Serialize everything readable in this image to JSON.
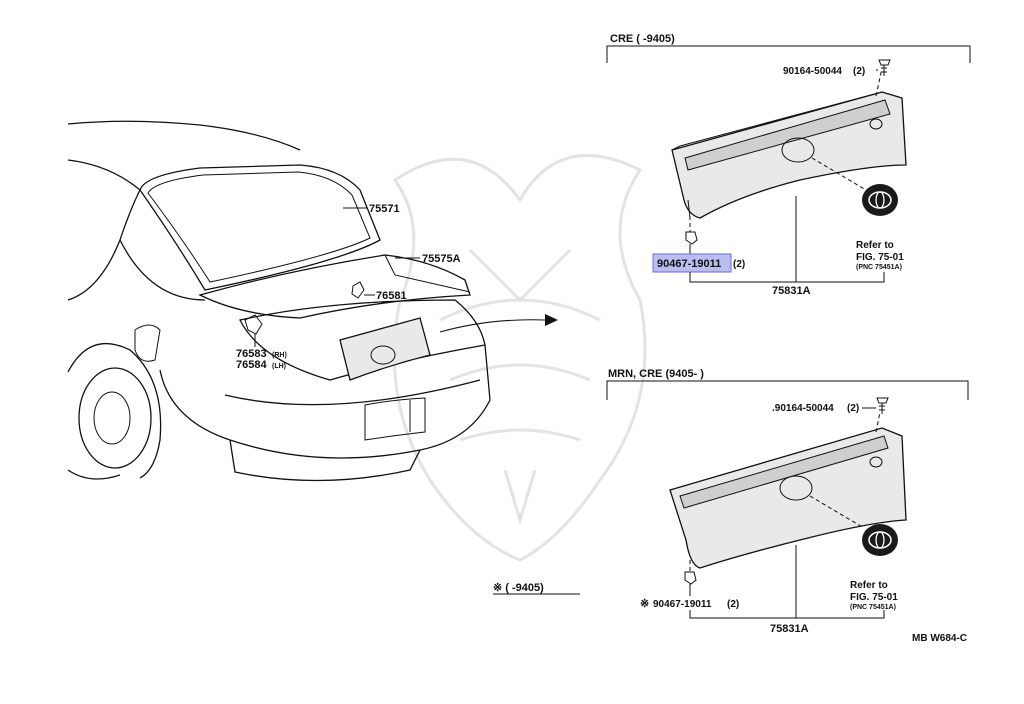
{
  "diagram": {
    "car_labels": {
      "p75571": "75571",
      "p75575a": "75575A",
      "p76581": "76581",
      "p76583": "76583",
      "p76583_side": "(RH)",
      "p76584": "76584",
      "p76584_side": "(LH)"
    },
    "upper_section": {
      "title": "CRE (      -9405)",
      "screw_part": "90164-50044",
      "screw_qty": "(2)",
      "clip_part": "90467-19011",
      "clip_qty": "(2)",
      "panel_part": "75831A",
      "refer_line1": "Refer to",
      "refer_line2": "FIG. 75-01",
      "refer_line3": "(PNC 75451A)"
    },
    "lower_section": {
      "title": "MRN, CRE (9405-      )",
      "screw_part": ".90164-50044",
      "screw_qty": "(2)",
      "clip_mark": "※",
      "clip_part": "90467-19011",
      "clip_qty": "(2)",
      "panel_part": "75831A",
      "refer_line1": "Refer to",
      "refer_line2": "FIG. 75-01",
      "refer_line3": "(PNC 75451A)"
    },
    "note": "※ (      -9405)",
    "drawing_code": "MB W684-C",
    "highlight_color": "#b9bdf0"
  }
}
